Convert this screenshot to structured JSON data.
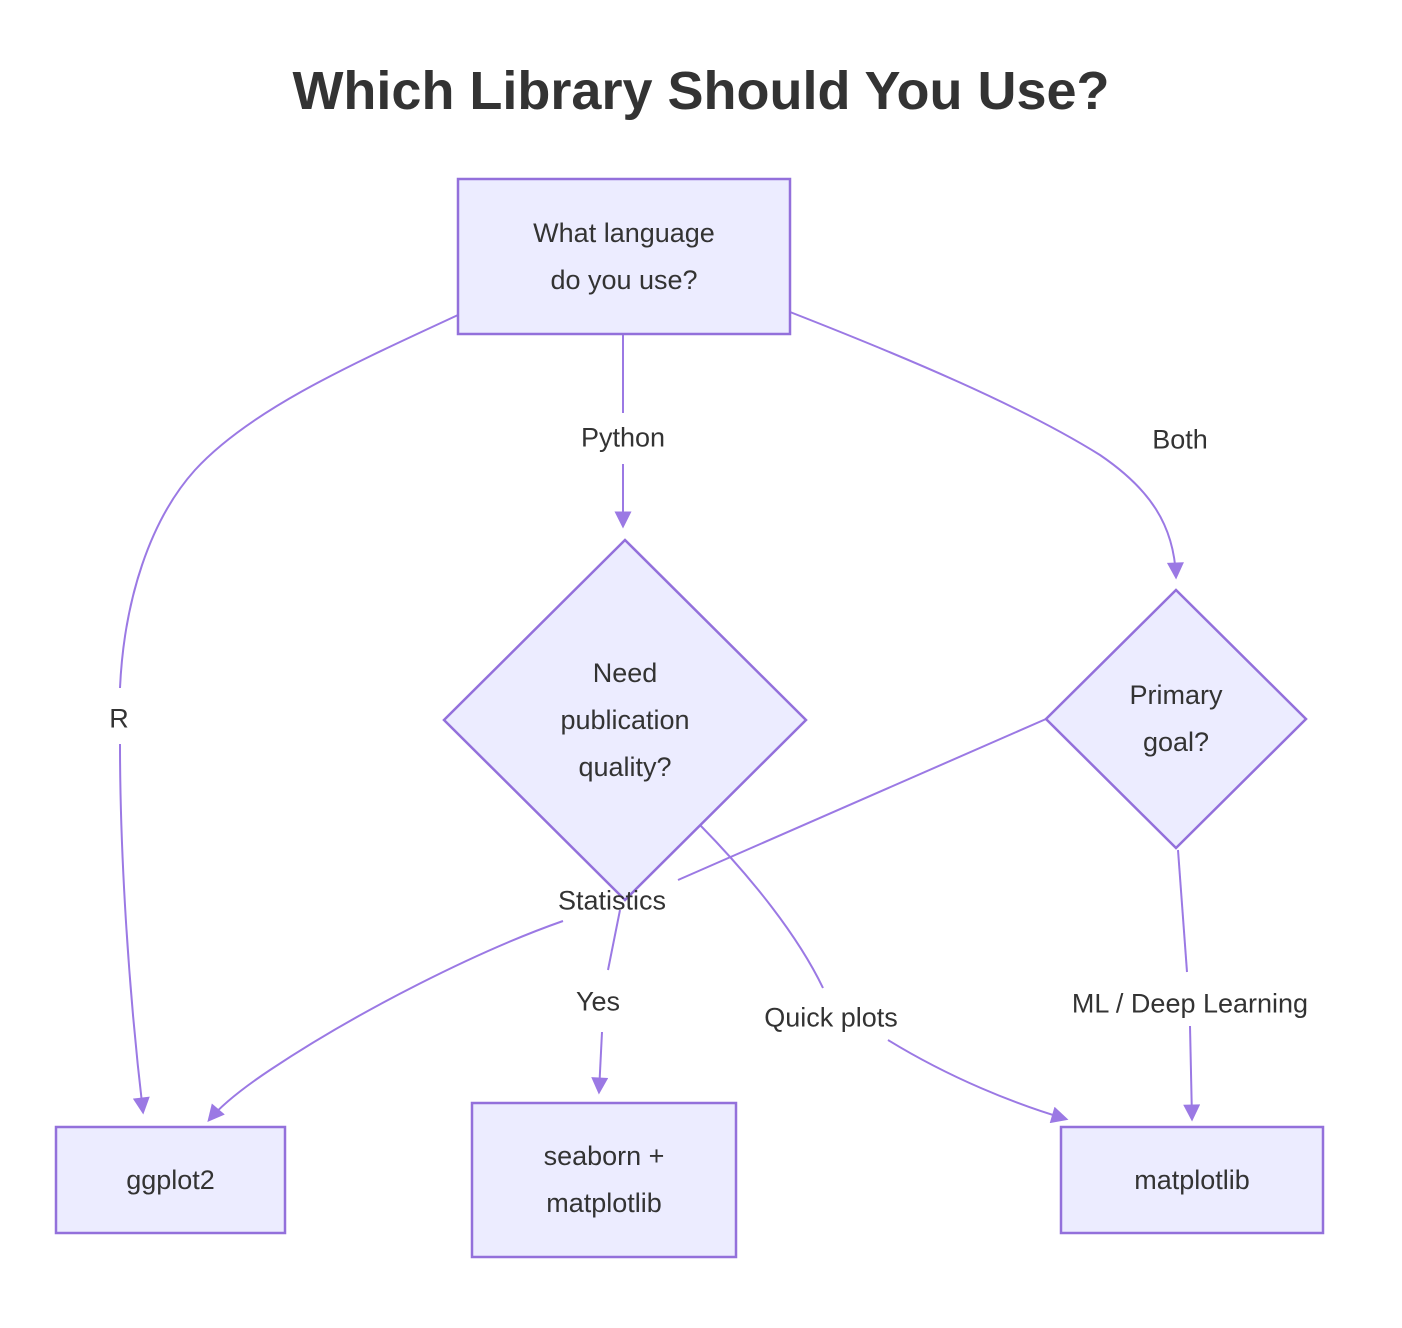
{
  "title": "Which Library Should You Use?",
  "nodes": {
    "language": {
      "shape": "rect",
      "lines": [
        "What language",
        "do you use?"
      ]
    },
    "pub_quality": {
      "shape": "diamond",
      "lines": [
        "Need",
        "publication",
        "quality?"
      ]
    },
    "primary_goal": {
      "shape": "diamond",
      "lines": [
        "Primary",
        "goal?"
      ]
    },
    "ggplot2": {
      "shape": "rect",
      "lines": [
        "ggplot2"
      ]
    },
    "seaborn": {
      "shape": "rect",
      "lines": [
        "seaborn +",
        "matplotlib"
      ]
    },
    "matplotlib": {
      "shape": "rect",
      "lines": [
        "matplotlib"
      ]
    }
  },
  "edges": {
    "r": {
      "from": "language",
      "to": "ggplot2",
      "label": "R"
    },
    "python": {
      "from": "language",
      "to": "pub_quality",
      "label": "Python"
    },
    "both": {
      "from": "language",
      "to": "primary_goal",
      "label": "Both"
    },
    "yes": {
      "from": "pub_quality",
      "to": "seaborn",
      "label": "Yes"
    },
    "quick_plots": {
      "from": "pub_quality",
      "to": "matplotlib",
      "label": "Quick plots"
    },
    "statistics": {
      "from": "primary_goal",
      "to": "ggplot2",
      "label": "Statistics"
    },
    "ml": {
      "from": "primary_goal",
      "to": "matplotlib",
      "label": "ML / Deep Learning"
    }
  },
  "colors": {
    "node_fill": "#ECECFF",
    "node_border": "#9370DB",
    "edge": "#9B79E4",
    "text": "#333333",
    "bg": "#FFFFFF"
  }
}
